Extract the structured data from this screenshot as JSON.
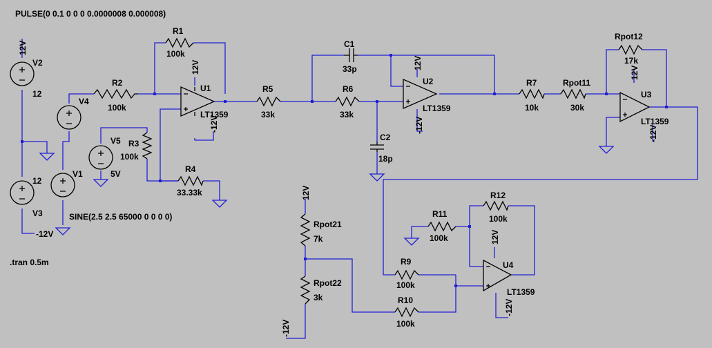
{
  "directives": {
    "pulse": "PULSE(0 0.1 0 0 0 0.0000008 0.000008)",
    "tran": ".tran 0.5m",
    "sine": "SINE(2.5 2.5 65000 0 0 0 0)"
  },
  "sources": {
    "V1": {
      "name": "V1"
    },
    "V2": {
      "name": "V2",
      "value": "12"
    },
    "V3": {
      "name": "V3",
      "value": "12"
    },
    "V4": {
      "name": "V4"
    },
    "V5": {
      "name": "V5",
      "value": "5V"
    }
  },
  "resistors": {
    "R1": {
      "name": "R1",
      "value": "100k"
    },
    "R2": {
      "name": "R2",
      "value": "100k"
    },
    "R3": {
      "name": "R3",
      "value": "100k"
    },
    "R4": {
      "name": "R4",
      "value": "33.33k"
    },
    "R5": {
      "name": "R5",
      "value": "33k"
    },
    "R6": {
      "name": "R6",
      "value": "33k"
    },
    "R7": {
      "name": "R7",
      "value": "10k"
    },
    "R9": {
      "name": "R9",
      "value": "100k"
    },
    "R10": {
      "name": "R10",
      "value": "100k"
    },
    "R11": {
      "name": "R11",
      "value": "100k"
    },
    "R12": {
      "name": "R12",
      "value": "100k"
    },
    "Rpot11": {
      "name": "Rpot11",
      "value": "30k"
    },
    "Rpot12": {
      "name": "Rpot12",
      "value": "17k"
    },
    "Rpot21": {
      "name": "Rpot21",
      "value": "7k"
    },
    "Rpot22": {
      "name": "Rpot22",
      "value": "3k"
    }
  },
  "capacitors": {
    "C1": {
      "name": "C1",
      "value": "33p"
    },
    "C2": {
      "name": "C2",
      "value": "18p"
    }
  },
  "opamps": {
    "U1": {
      "name": "U1",
      "model": "LT1359"
    },
    "U2": {
      "name": "U2",
      "model": "LT1359"
    },
    "U3": {
      "name": "U3",
      "model": "LT1359"
    },
    "U4": {
      "name": "U4",
      "model": "LT1359"
    }
  },
  "rails": {
    "pos": "12V",
    "neg": "-12V"
  }
}
